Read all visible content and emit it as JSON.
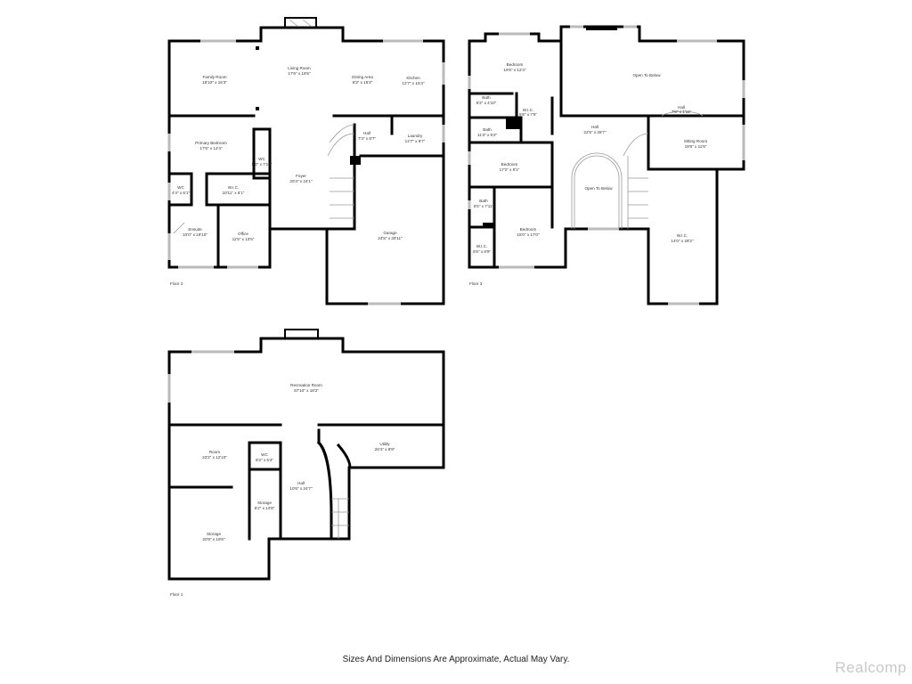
{
  "floors": [
    {
      "label": "Floor 2",
      "rooms": [
        {
          "name": "Family Room",
          "size": "18'10\" x 15'3\""
        },
        {
          "name": "Living Room",
          "size": "17'6\" x 18'5\""
        },
        {
          "name": "Dining Area",
          "size": "8'3\" x 15'4\""
        },
        {
          "name": "Kitchen",
          "size": "12'7\" x 15'4\""
        },
        {
          "name": "Primary Bedroom",
          "size": "17'5\" x 12'4\""
        },
        {
          "name": "WC",
          "size": "5'0\" x 7'10\""
        },
        {
          "name": "Hall",
          "size": "7'3\" x 8'7\""
        },
        {
          "name": "Laundry",
          "size": "12'7\" x 8'7\""
        },
        {
          "name": "Foyer",
          "size": "20'4\" x 24'1\""
        },
        {
          "name": "WC",
          "size": "4'4\" x 6'1\""
        },
        {
          "name": "W.I.C.",
          "size": "10'11\" x 6'1\""
        },
        {
          "name": "Ensuite",
          "size": "10'0\" x 19'10\""
        },
        {
          "name": "Office",
          "size": "11'5\" x 13'5\""
        },
        {
          "name": "Garage",
          "size": "24'5\" x 30'11\""
        }
      ]
    },
    {
      "label": "Floor 3",
      "rooms": [
        {
          "name": "Bedroom",
          "size": "19'5\" x 12'4\""
        },
        {
          "name": "Open To Below",
          "size": ""
        },
        {
          "name": "Bath",
          "size": "9'2\" x 4'10\""
        },
        {
          "name": "W.I.C.",
          "size": "5'6\" x 7'6\""
        },
        {
          "name": "Hall",
          "size": "7'6\" x 1'11\""
        },
        {
          "name": "Bath",
          "size": "11'3\" x 5'2\""
        },
        {
          "name": "Hall",
          "size": "22'5\" x 28'7\""
        },
        {
          "name": "Sitting Room",
          "size": "19'8\" x 11'5\""
        },
        {
          "name": "Bedroom",
          "size": "17'2\" x 9'1\""
        },
        {
          "name": "Open To Below",
          "size": ""
        },
        {
          "name": "Bath",
          "size": "5'5\" x 7'11\""
        },
        {
          "name": "Bedroom",
          "size": "15'0\" x 17'0\""
        },
        {
          "name": "W.I.C.",
          "size": "5'5\" x 8'9\""
        },
        {
          "name": "W.I.C.",
          "size": "14'0\" x 28'2\""
        }
      ]
    },
    {
      "label": "Floor 1",
      "rooms": [
        {
          "name": "Recreation Room",
          "size": "57'10\" x 18'2\""
        },
        {
          "name": "Utility",
          "size": "26'4\" x 8'9\""
        },
        {
          "name": "Room",
          "size": "23'2\" x 12'10\""
        },
        {
          "name": "WC",
          "size": "6'2\" x 5'4\""
        },
        {
          "name": "Hall",
          "size": "10'6\" x 24'7\""
        },
        {
          "name": "Storage",
          "size": "6'2\" x 14'8\""
        },
        {
          "name": "Storage",
          "size": "20'9\" x 19'6\""
        }
      ]
    }
  ],
  "footer": "Sizes And Dimensions Are Approximate, Actual May Vary.",
  "watermark": "Realcomp"
}
